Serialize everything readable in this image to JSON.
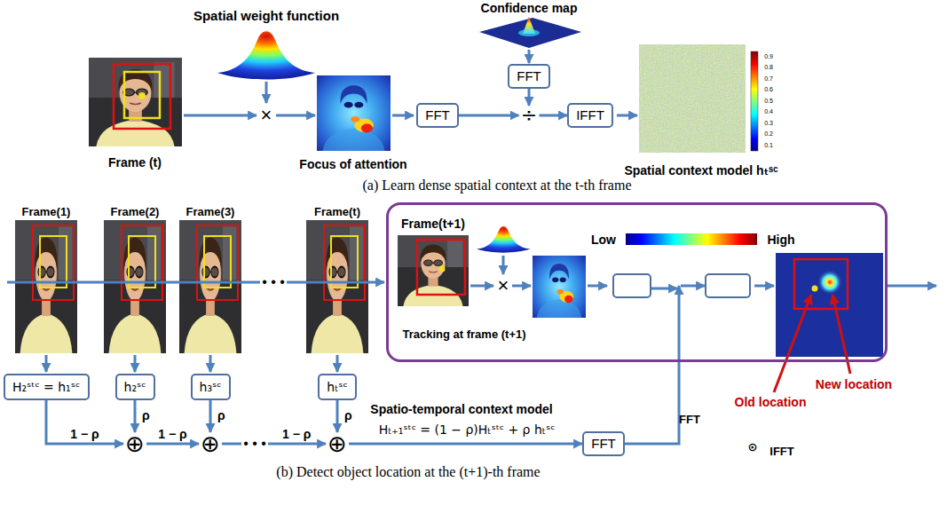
{
  "diagram": {
    "nodes": [
      {
        "text": [
          "FFT"
        ]
      },
      {
        "text": [
          "FFT"
        ]
      },
      {
        "text": [
          "÷"
        ]
      },
      {
        "text": [
          "IFFT"
        ]
      },
      {
        "text": [
          "H₂ˢᵗᶜ = h₁ˢᶜ"
        ]
      },
      {
        "text": [
          "h₂ˢᶜ"
        ]
      },
      {
        "text": [
          "h₃ˢᶜ"
        ]
      },
      {
        "text": [
          "hₜˢᶜ"
        ]
      },
      {
        "text": [
          "⊕"
        ]
      },
      {
        "text": [
          "⊕"
        ]
      },
      {
        "text": [
          "⊕"
        ]
      },
      {
        "text": [
          "FFT"
        ]
      },
      {
        "text": [
          "Tracking at frame (t+1)"
        ]
      },
      {
        "text": [
          "FFT"
        ],
        "in": 12
      },
      {
        "text": [
          "⊙"
        ],
        "in": 12
      },
      {
        "text": [
          "IFFT"
        ],
        "in": 12
      }
    ],
    "edges": [
      {
        "from": 0,
        "to": 2,
        "arrow": "to"
      },
      {
        "from": 1,
        "to": 2,
        "arrow": "to"
      },
      {
        "from": 2,
        "to": 3,
        "arrow": "to"
      },
      {
        "from": 4,
        "to": 8,
        "label": "1 − ρ",
        "arrow": "to"
      },
      {
        "from": 5,
        "to": 8,
        "label": "ρ",
        "arrow": "to"
      },
      {
        "from": 8,
        "to": 9,
        "label": "1 − ρ",
        "arrow": "to"
      },
      {
        "from": 6,
        "to": 9,
        "label": "ρ",
        "arrow": "to"
      },
      {
        "from": 9,
        "to": 10,
        "label": "1 − ρ",
        "arrow": "to"
      },
      {
        "from": 7,
        "to": 10,
        "label": "ρ",
        "arrow": "to"
      },
      {
        "from": 10,
        "to": 11,
        "arrow": "to"
      },
      {
        "from": 11,
        "to": 14,
        "arrow": "to"
      },
      {
        "from": 13,
        "to": 14,
        "arrow": "to"
      },
      {
        "from": 14,
        "to": 15,
        "arrow": "to"
      }
    ],
    "labels": [
      "Spatial weight function",
      "Confidence map",
      "Frame (t)",
      "×",
      "Focus of attention",
      "Spatial context model hₜˢᶜ",
      "0.9",
      "0.8",
      "0.7",
      "0.6",
      "0.5",
      "0.4",
      "0.3",
      "0.2",
      "0.1",
      "(a) Learn dense spatial context at the t-th frame",
      "Frame(1)",
      "Frame(2)",
      "Frame(3)",
      "• • •",
      "Frame(t)",
      "Frame(t+1)",
      "Low",
      "High",
      "×",
      "New location",
      "Old location",
      "Spatio-temporal context model",
      "Hₜ₊₁ˢᵗᶜ = (1 − ρ)Hₜˢᵗᶜ + ρ hₜˢᶜ",
      "• • •",
      "(b) Detect object location at the (t+1)-th frame"
    ]
  }
}
